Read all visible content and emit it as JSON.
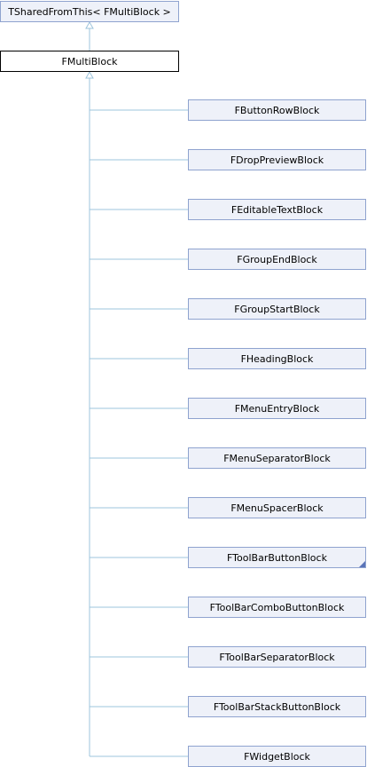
{
  "diagram": {
    "base": {
      "label": "TSharedFromThis< FMultiBlock >"
    },
    "current": {
      "label": "FMultiBlock"
    },
    "children": [
      {
        "label": "FButtonRowBlock"
      },
      {
        "label": "FDropPreviewBlock"
      },
      {
        "label": "FEditableTextBlock"
      },
      {
        "label": "FGroupEndBlock"
      },
      {
        "label": "FGroupStartBlock"
      },
      {
        "label": "FHeadingBlock"
      },
      {
        "label": "FMenuEntryBlock"
      },
      {
        "label": "FMenuSeparatorBlock"
      },
      {
        "label": "FMenuSpacerBlock"
      },
      {
        "label": "FToolBarButtonBlock",
        "has_children": true
      },
      {
        "label": "FToolBarComboButtonBlock"
      },
      {
        "label": "FToolBarSeparatorBlock"
      },
      {
        "label": "FToolBarStackButtonBlock"
      },
      {
        "label": "FWidgetBlock"
      }
    ],
    "colors": {
      "edge": "#9ec4dc",
      "node_fill": "#eef1f9",
      "node_border": "#8fa3cf",
      "current_border": "#000000"
    }
  }
}
